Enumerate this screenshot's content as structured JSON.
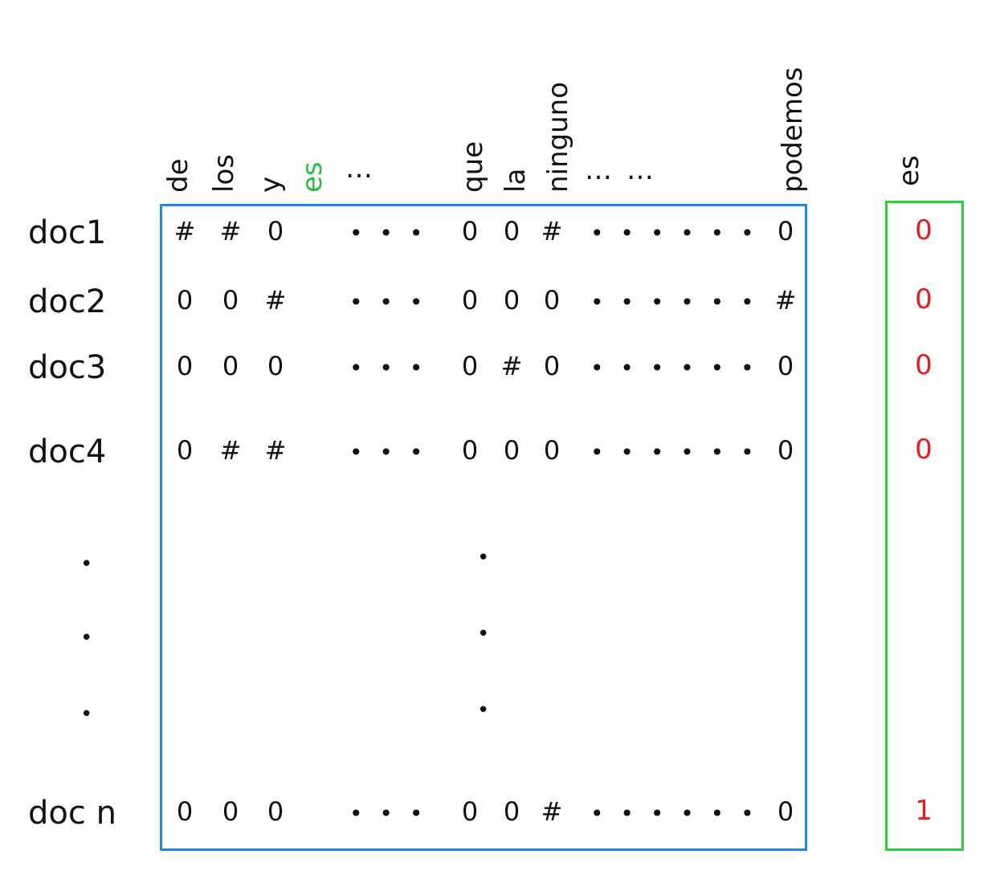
{
  "columns": [
    "de",
    "los",
    "y",
    "es",
    "…",
    "que",
    "la",
    "ninguno",
    "……",
    "podemos"
  ],
  "highlight_column": "es",
  "label_header": "es",
  "colors": {
    "matrix_border": "#1e88e5",
    "label_border": "#2ecc40",
    "label_text": "#e81a1a",
    "highlight": "#22c040"
  },
  "rows": [
    {
      "doc": "doc1",
      "left": [
        "#",
        "#",
        "0"
      ],
      "mid_dots": "• • •",
      "mid": [
        "0",
        "0",
        "#"
      ],
      "right_dots": "• • • • • •",
      "end": "0",
      "label": "0"
    },
    {
      "doc": "doc2",
      "left": [
        "0",
        "0",
        "#"
      ],
      "mid_dots": "• • •",
      "mid": [
        "0",
        "0",
        "0"
      ],
      "right_dots": "• • • • • •",
      "end": "#",
      "label": "0"
    },
    {
      "doc": "doc3",
      "left": [
        "0",
        "0",
        "0"
      ],
      "mid_dots": "• • •",
      "mid": [
        "0",
        "#",
        "0"
      ],
      "right_dots": "• • • • • •",
      "end": "0",
      "label": "0"
    },
    {
      "doc": "doc4",
      "left": [
        "0",
        "#",
        "#"
      ],
      "mid_dots": "• • •",
      "mid": [
        "0",
        "0",
        "0"
      ],
      "right_dots": "• • • • • •",
      "end": "0",
      "label": "0"
    },
    {
      "doc": "doc n",
      "left": [
        "0",
        "0",
        "0"
      ],
      "mid_dots": "• • •",
      "mid": [
        "0",
        "0",
        "#"
      ],
      "right_dots": "• • • • • •",
      "end": "0",
      "label": "1"
    }
  ],
  "vertical_ellipsis": "•"
}
